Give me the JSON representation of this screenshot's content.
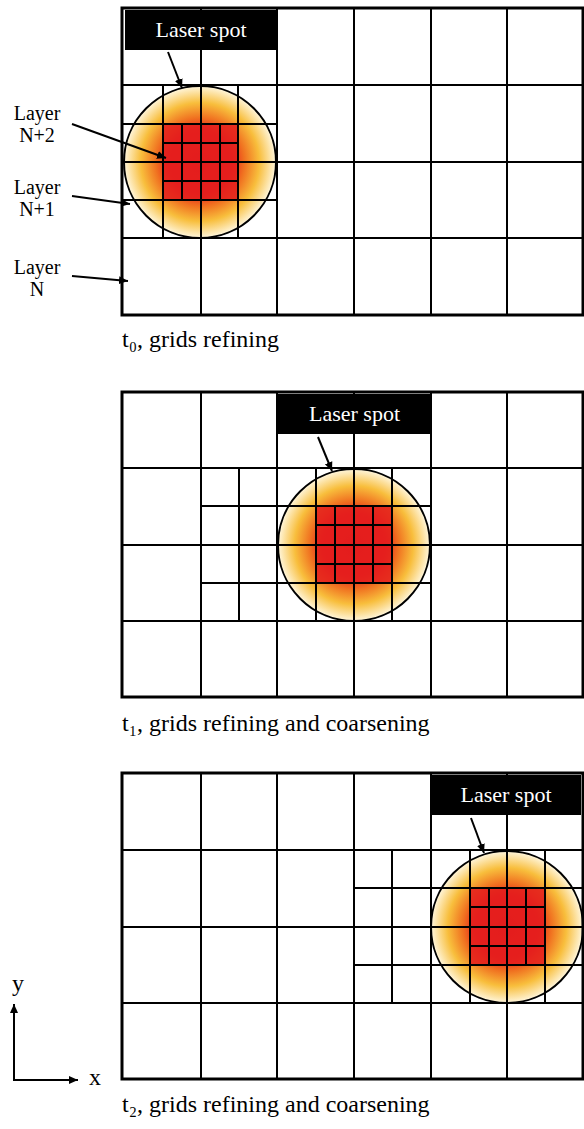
{
  "diagram": {
    "nodes": [
      {
        "text": [
          "Laser spot"
        ]
      },
      {
        "text": [
          "Laser spot"
        ]
      },
      {
        "text": [
          "Laser spot"
        ]
      }
    ],
    "labels": [
      "Layer N+2",
      "Layer N+1",
      "Layer N",
      "t₀, grids refining",
      "t₁, grids refining and coarsening",
      "t₂, grids refining and coarsening",
      "y",
      "x"
    ]
  }
}
